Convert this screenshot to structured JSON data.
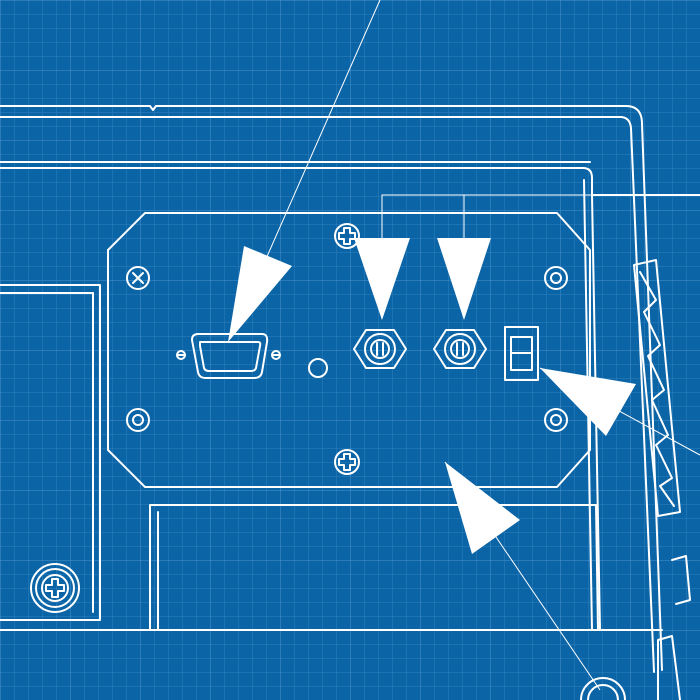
{
  "diagram": {
    "colors": {
      "background": "#0b64a6",
      "grid": "#3a86c2",
      "line": "#ffffff"
    },
    "callouts": [
      {
        "target": "serial-port-connector",
        "marker": "arrowhead"
      },
      {
        "target": "coax-connector-left",
        "marker": "arrowhead"
      },
      {
        "target": "coax-connector-right",
        "marker": "arrowhead"
      },
      {
        "target": "power-switch",
        "marker": "arrowhead"
      },
      {
        "target": "bottom-cover",
        "marker": "arrowhead"
      }
    ]
  }
}
